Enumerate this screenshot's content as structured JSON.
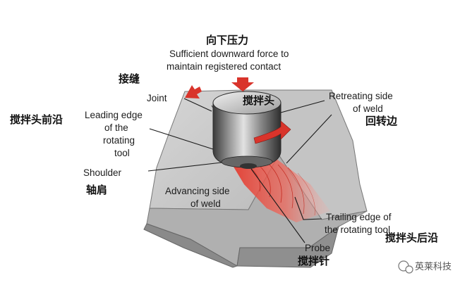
{
  "labels": {
    "downward_force_cn": "向下压力",
    "downward_force_line1": "Sufficient downward force to",
    "downward_force_line2": "maintain registered contact",
    "joint_cn": "接缝",
    "joint": "Joint",
    "tool_cn": "搅拌头",
    "retreating_line1": "Retreating side",
    "retreating_line2": "of weld",
    "retreating_cn": "回转边",
    "leading_cn": "搅拌头前沿",
    "leading_line1": "Leading edge",
    "leading_line2": "of the",
    "leading_line3": "rotating",
    "leading_line4": "tool",
    "shoulder": "Shoulder",
    "shoulder_cn": "轴肩",
    "advancing_line1": "Advancing side",
    "advancing_line2": "of weld",
    "trailing_line1": "Trailing edge of",
    "trailing_line2": "the rotating tool",
    "trailing_cn": "搅拌头后沿",
    "probe": "Probe",
    "probe_cn": "搅拌针"
  },
  "watermark": "英莱科技",
  "colors": {
    "arrow_red": "#d9342b",
    "weld_red": "#e23a2e",
    "plate_top": "#c9c9c9",
    "plate_side": "#9d9d9d"
  }
}
